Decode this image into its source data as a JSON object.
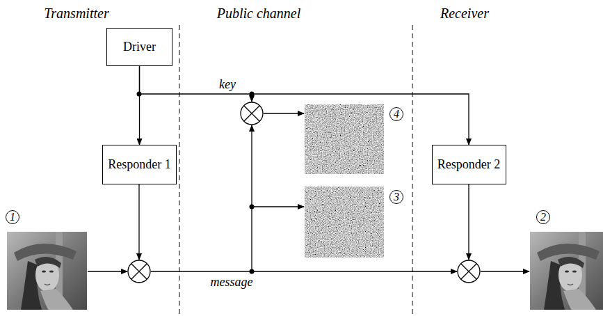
{
  "diagram": {
    "nodes": [
      {
        "text": [
          "Driver"
        ]
      },
      {
        "text": [
          "Responder 1"
        ]
      },
      {
        "text": [
          "Responder 2"
        ]
      }
    ],
    "edges": [
      {
        "from": 0,
        "to": 1,
        "arrow": "to"
      },
      {
        "from": 0,
        "to": 2,
        "arrow": "to",
        "label": "key"
      }
    ],
    "labels": [
      "Transmitter",
      "Public channel",
      "Receiver",
      "1",
      "2",
      "3",
      "4",
      "message"
    ]
  }
}
